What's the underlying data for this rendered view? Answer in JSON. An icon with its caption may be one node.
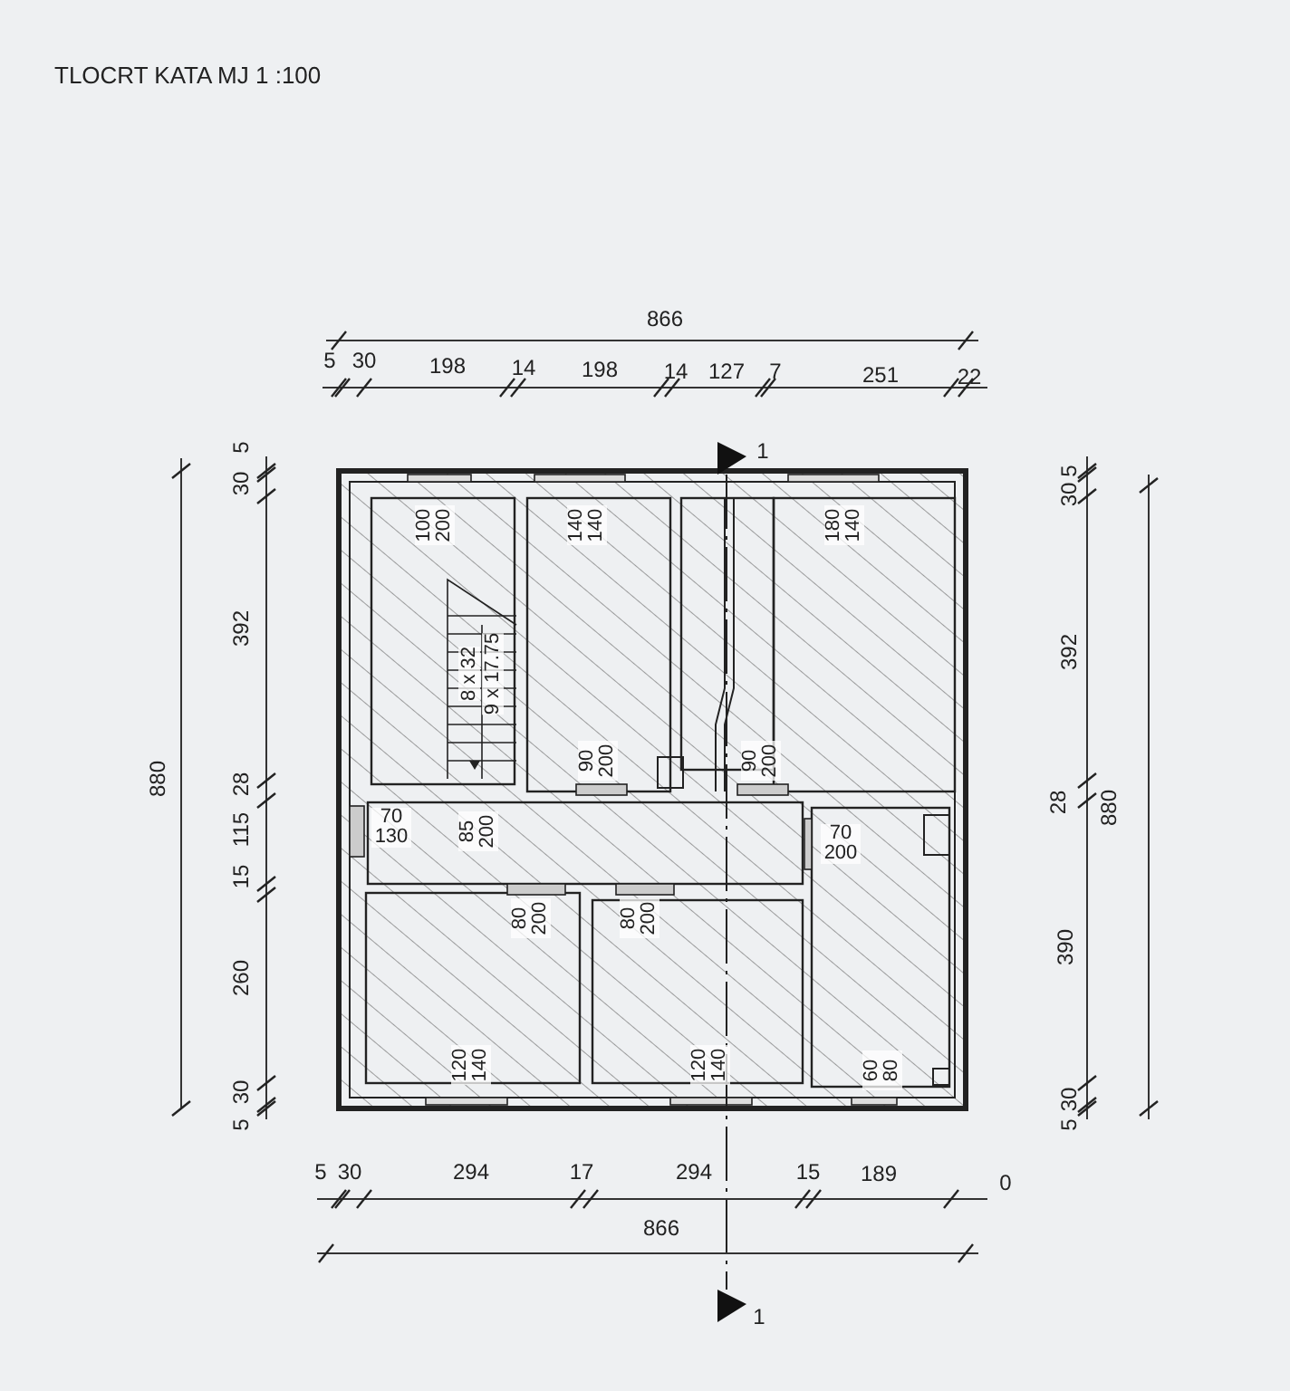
{
  "diagram": {
    "title": "TLOCRT KATA MJ 1 :100",
    "labels": [
      "866",
      "5",
      "30",
      "198",
      "14",
      "198",
      "14",
      "127",
      "7",
      "251",
      "22",
      "1",
      "880",
      "5",
      "30",
      "392",
      "28",
      "115",
      "15",
      "260",
      "30",
      "5",
      "100 200",
      "140 140",
      "180 140",
      "8 x 32",
      "9 x 17.75",
      "90 200",
      "90 200",
      "70 130",
      "85 200",
      "70 200",
      "80 200",
      "80 200",
      "120 140",
      "120 140",
      "60 80",
      "5",
      "30",
      "392",
      "28",
      "880",
      "390",
      "30",
      "5",
      "5",
      "30",
      "294",
      "17",
      "294",
      "15",
      "189",
      "0",
      "866",
      "1"
    ]
  }
}
